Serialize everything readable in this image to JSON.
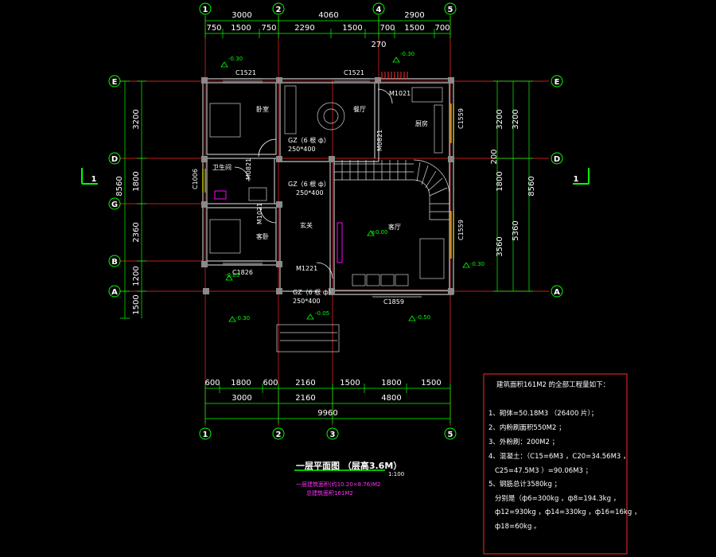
{
  "axes": {
    "top": [
      "1",
      "2",
      "4",
      "5"
    ],
    "bottom": [
      "1",
      "2",
      "3",
      "5"
    ],
    "left": [
      "E",
      "D",
      "G",
      "B",
      "A"
    ],
    "right": [
      "E",
      "D",
      "A"
    ]
  },
  "section_mark": "1",
  "dims": {
    "top_row1": [
      "3000",
      "4060",
      "2900"
    ],
    "top_row2": [
      "750",
      "1500",
      "750",
      "2290",
      "1500",
      "700",
      "1500",
      "700"
    ],
    "top_small": "270",
    "bottom_row1": [
      "600",
      "1800",
      "600",
      "2160",
      "1500",
      "1800",
      "1500"
    ],
    "bottom_row2": [
      "3000",
      "2160",
      "4800"
    ],
    "bottom_total": "9960",
    "left_row1": [
      "3200",
      "1800",
      "2360",
      "1200",
      "1500"
    ],
    "left_total": "8560",
    "right_row1": [
      "3200",
      "200",
      "1800",
      "3560"
    ],
    "right_row2": [
      "3200",
      "5360"
    ],
    "right_total": "8560"
  },
  "rooms": {
    "bedroom": "卧室",
    "dining": "餐厅",
    "kitchen": "厨房",
    "bathroom": "卫生间",
    "guest_bedroom": "客卧",
    "entrance": "玄关",
    "living": "客厅"
  },
  "tags": {
    "c1521_a": "C1521",
    "c1521_b": "C1521",
    "m1021_a": "M1021",
    "c1826": "C1826",
    "m1221": "M1221",
    "c1859": "C1859",
    "gz1_a": "GZ（6 根 ф）",
    "gz1_b": "250*400",
    "gz2_a": "GZ（6 根 ф）",
    "gz2_b": "250*400",
    "gz3_a": "GZ（6 根 ф）",
    "gz3_b": "250*400",
    "c1006": "C1006",
    "c1559_a": "C1559",
    "c1559_b": "C1559",
    "m0821": "M0821",
    "m1021_b": "M1021",
    "m0821_b": "M0821"
  },
  "elevations": [
    "-0.30",
    "-0.30",
    "-0.05",
    "-0.30",
    "-0.05",
    "-0.50",
    "-0.30",
    "±0.00"
  ],
  "title": {
    "main": "一层平面图 （层高3.6M）",
    "scale": "1:100",
    "sub1": "一层建筑面积(约10.20×8.76)M2",
    "sub2": "总建筑面积161M2"
  },
  "notes": {
    "header": "建筑面积161M2 的全部工程量如下：",
    "lines": [
      "1、砌体=50.18M3 （26400 片）；",
      "2、内粉刷面积550M2 ；",
      "3、外粉刷：200M2 ；",
      "4、混凝土：（C15=6M3 ，C20=34.56M3 ，",
      "C25=47.5M3 ）=90.06M3 ；",
      "5、钢筋总计3580kg ；",
      "分别是（ф6=300kg ，ф8=194.3kg ，",
      "ф12=930kg ，ф14=330kg ，ф16=16kg ，",
      "ф18=60kg 。"
    ]
  }
}
